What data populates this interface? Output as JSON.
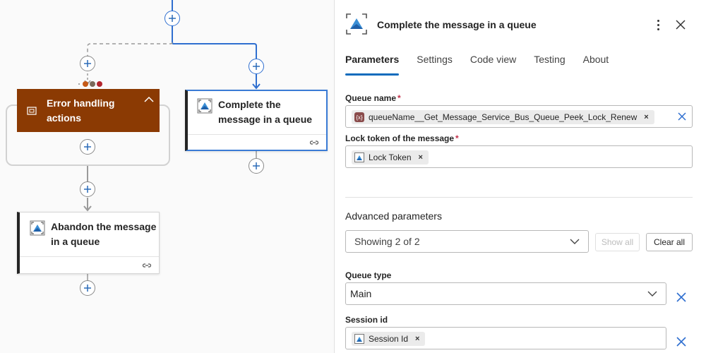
{
  "canvas": {
    "scope": {
      "title": "Error handling actions"
    },
    "actions": [
      {
        "id": "abandon",
        "title": "Abandon the message in a queue"
      },
      {
        "id": "complete",
        "title": "Complete the message in a queue"
      }
    ],
    "status_dot_colors": [
      "#c65a17",
      "#7a6a5a",
      "#b3262e"
    ]
  },
  "panel": {
    "title": "Complete the message in a queue",
    "tabs": [
      "Parameters",
      "Settings",
      "Code view",
      "Testing",
      "About"
    ],
    "active_tab": "Parameters",
    "fields": {
      "queue_name": {
        "label": "Queue name",
        "required_mark": "*",
        "token": "queueName__Get_Message_Service_Bus_Queue_Peek_Lock_Renew",
        "token_remove": "×"
      },
      "lock_token": {
        "label": "Lock token of the message",
        "required_mark": "*",
        "token": "Lock Token",
        "token_remove": "×"
      }
    },
    "advanced": {
      "label": "Advanced parameters",
      "dropdown_value": "Showing 2 of 2",
      "show_all": "Show all",
      "clear_all": "Clear all"
    },
    "queue_type": {
      "label": "Queue type",
      "value": "Main"
    },
    "session_id": {
      "label": "Session id",
      "token": "Session Id",
      "token_remove": "×"
    }
  },
  "colors": {
    "scope_header": "#8b3a03",
    "accent": "#0f6cbd",
    "selection_border": "#3a7bd5"
  }
}
